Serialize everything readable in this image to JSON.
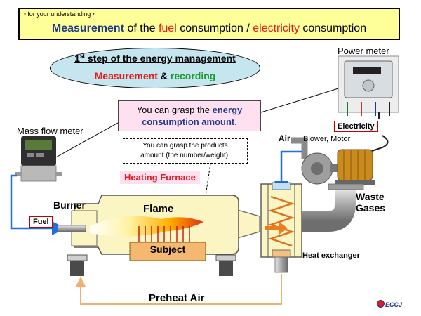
{
  "title": {
    "tag": "<for your understanding>",
    "part1": "Measurement",
    "part2": " of the ",
    "part3": "fuel",
    "part4": " consumption / ",
    "part5": "electricity",
    "part6": " consumption"
  },
  "step": {
    "num": "1",
    "sup": "st",
    "text": " step of the energy management",
    "dash": "-",
    "measurement": "Measurement",
    "amp": " & ",
    "recording": "recording"
  },
  "grasp": {
    "line1_prefix": "You can grasp the ",
    "line1_bold": "energy",
    "line2_bold": "consumption amount",
    "line2_suffix": "."
  },
  "products": {
    "line1": "You can grasp the products",
    "line2": "amount (the number/weight)."
  },
  "labels": {
    "mass_flow_meter": "Mass flow meter",
    "power_meter": "Power meter",
    "electricity": "Electricity",
    "air": "Air",
    "blower_motor": "Blower,  Motor",
    "heating_furnace": "Heating Furnace",
    "waste_line1": "Waste",
    "waste_line2": "Gases",
    "burner": "Burner",
    "flame": "Flame",
    "fuel": "Fuel",
    "subject": "Subject",
    "heat_exchanger": "Heat exchanger",
    "preheat_air": "Preheat Air"
  },
  "logo": {
    "text": "ECCJ"
  },
  "colors": {
    "title_bg": "#ffff99",
    "ellipse_bg": "#c6e6ef",
    "pink_bg": "#ffe0f0",
    "furnace_fill": "#fbf5c4",
    "subject_fill": "#f5b870",
    "preheat_line": "#f0b070",
    "fuel_line": "#1e6fe0",
    "waste_arrow": "#f07a1e",
    "accent_red": "#e31b1b",
    "accent_green": "#1a9a2c",
    "accent_navy": "#1f3a8a"
  }
}
